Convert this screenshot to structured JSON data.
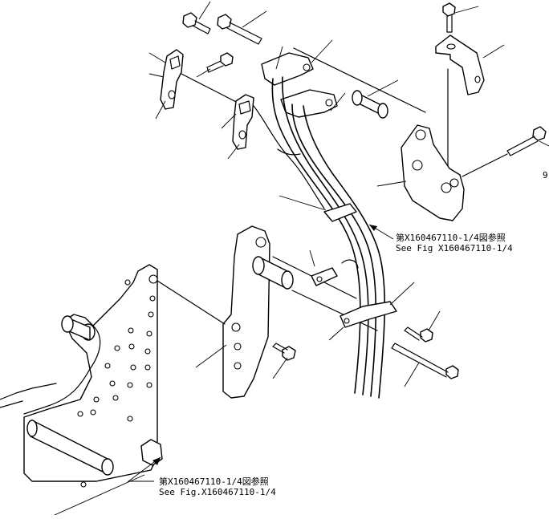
{
  "references": [
    {
      "jp": "第X160467110-1/4図参照",
      "en": "See Fig X160467110-1/4"
    },
    {
      "jp": "第X160467110-1/4図参照",
      "en": "See Fig.X160467110-1/4"
    }
  ],
  "edge_label": "9"
}
